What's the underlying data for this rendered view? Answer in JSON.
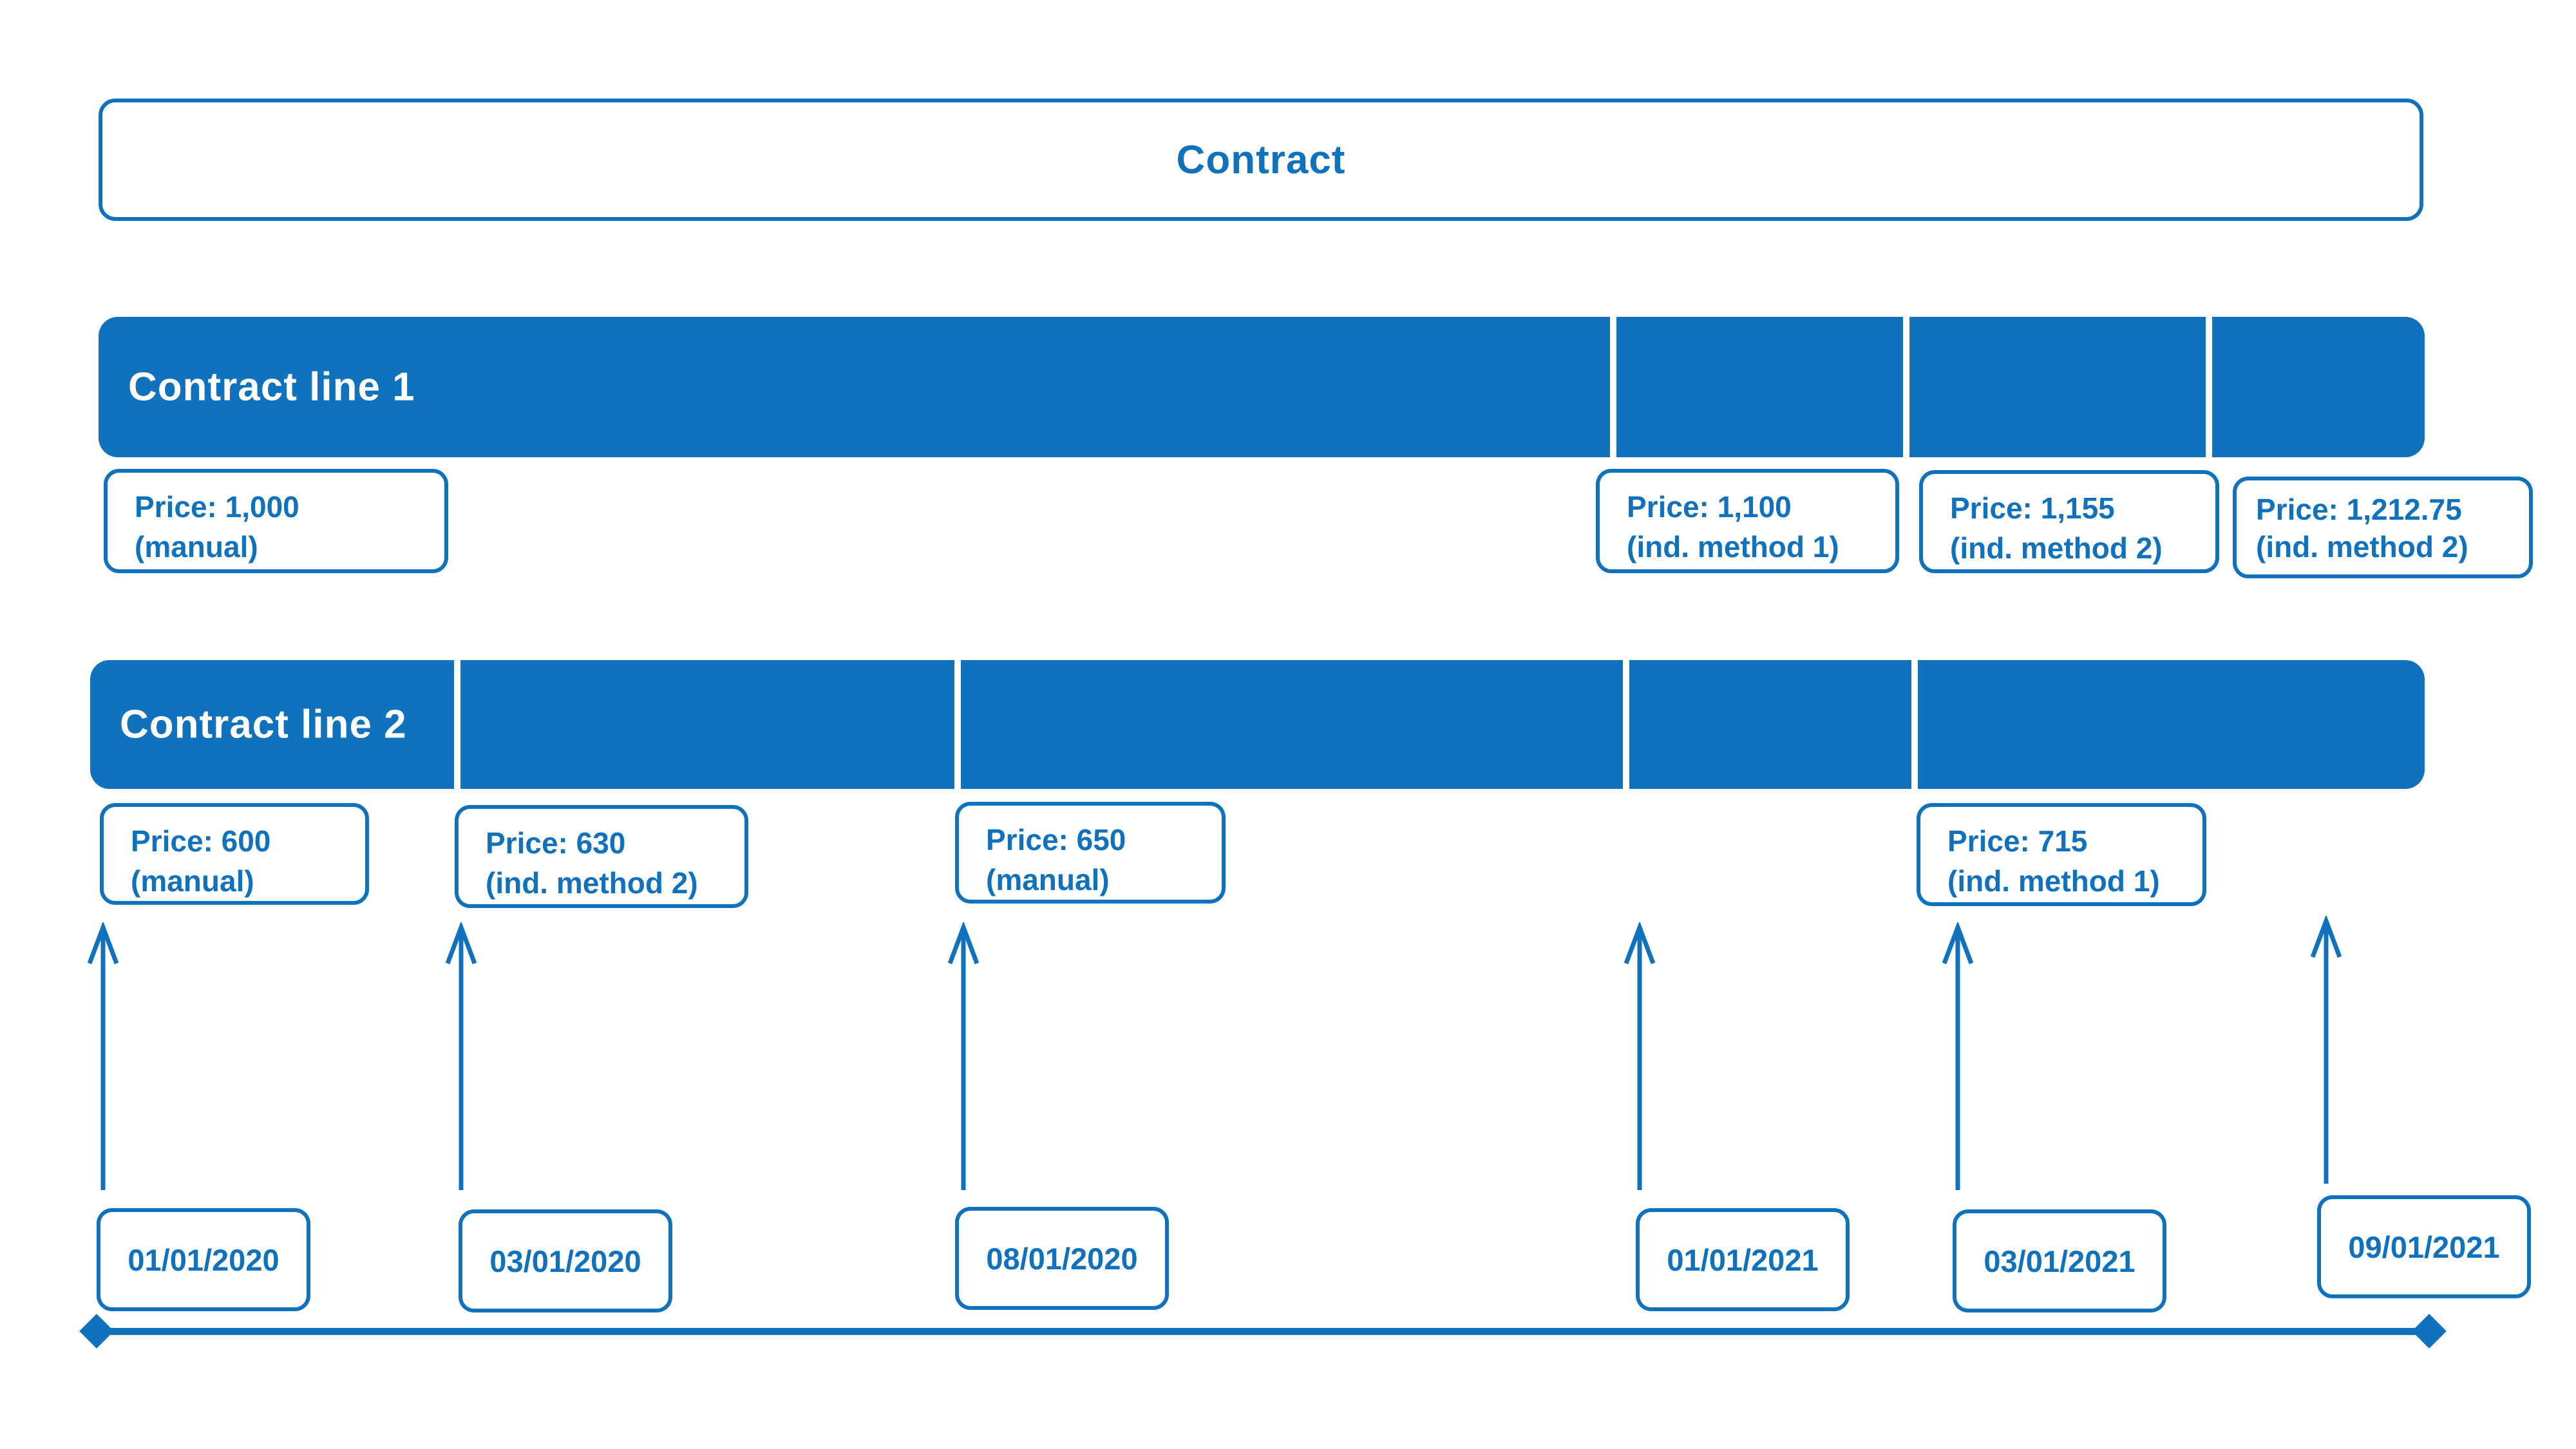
{
  "colors": {
    "primary_blue": "#1071BC",
    "background": "#FFFFFF",
    "bar_text": "#FFFFFF"
  },
  "contract": {
    "title": "Contract"
  },
  "contract_line_1": {
    "label": "Contract line 1",
    "price_notes": [
      {
        "price": "Price: 1,000",
        "method": "(manual)"
      },
      {
        "price": "Price: 1,100",
        "method": "(ind. method 1)"
      },
      {
        "price": "Price: 1,155",
        "method": "(ind. method 2)"
      },
      {
        "price": "Price: 1,212.75",
        "method": "(ind. method 2)"
      }
    ]
  },
  "contract_line_2": {
    "label": "Contract line 2",
    "price_notes": [
      {
        "price": "Price: 600",
        "method": "(manual)"
      },
      {
        "price": "Price: 630",
        "method": "(ind. method 2)"
      },
      {
        "price": "Price: 650",
        "method": "(manual)"
      },
      {
        "price": "Price: 715",
        "method": "(ind. method 1)"
      }
    ]
  },
  "timeline": {
    "dates": [
      "01/01/2020",
      "03/01/2020",
      "08/01/2020",
      "01/01/2021",
      "03/01/2021",
      "09/01/2021"
    ]
  }
}
